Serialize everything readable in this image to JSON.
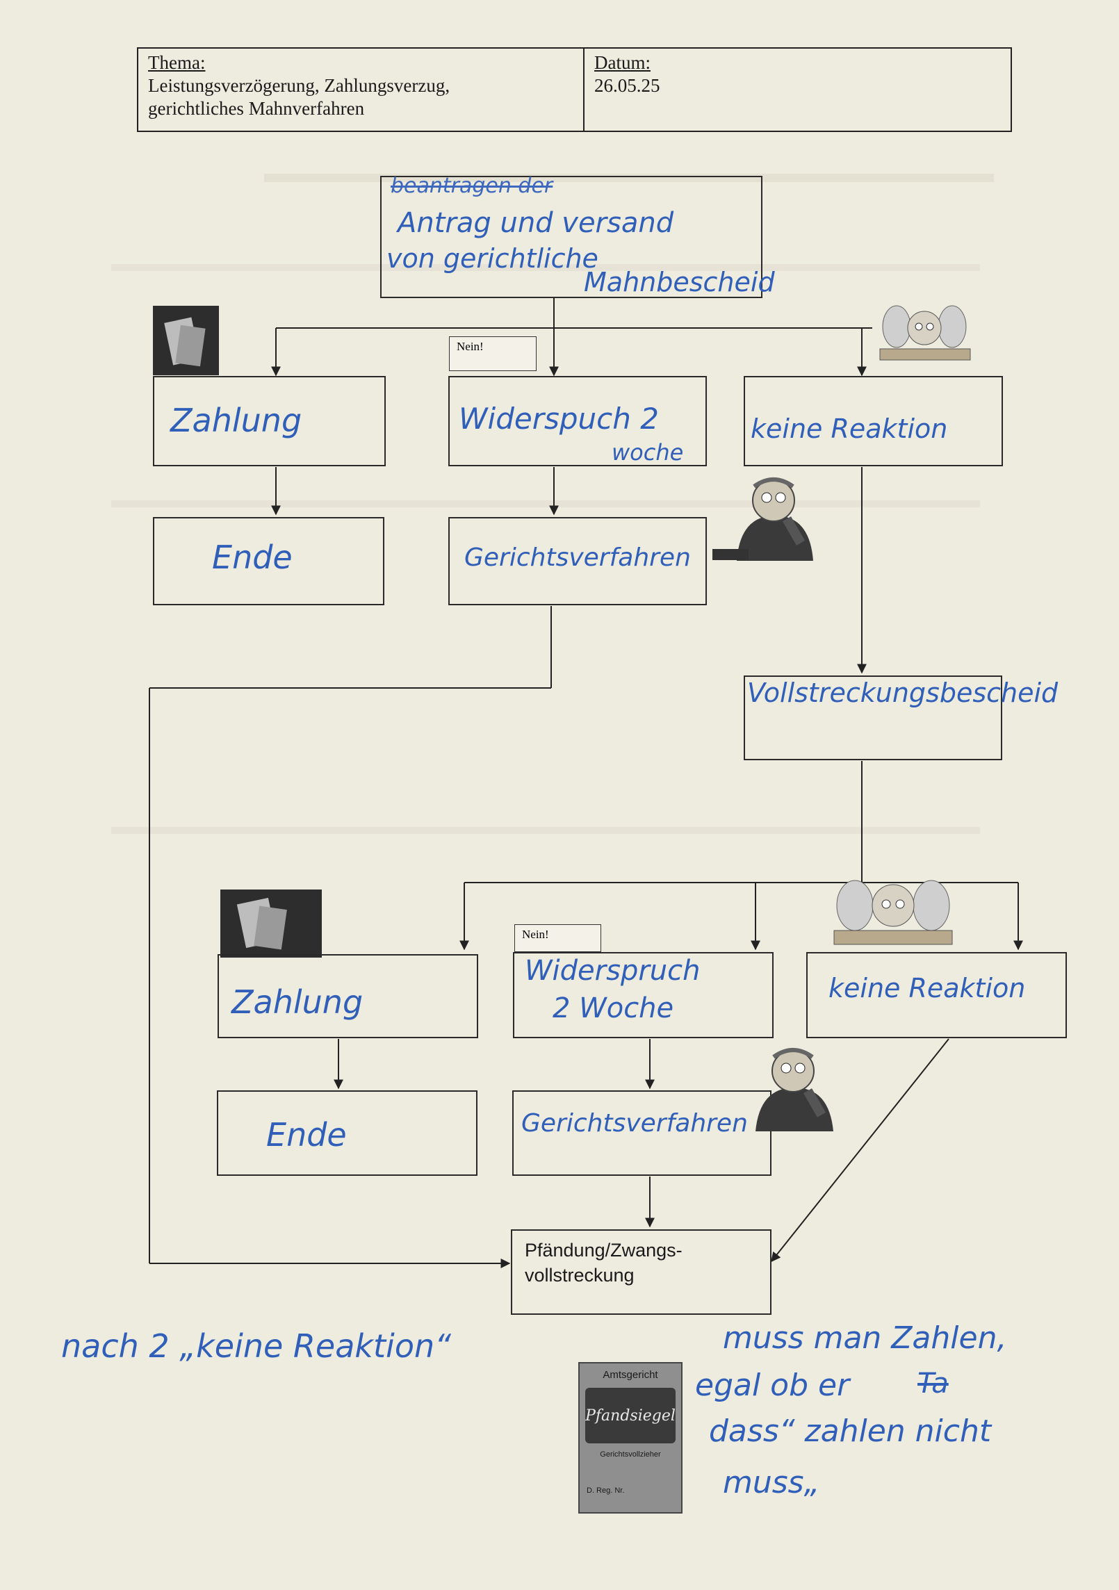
{
  "header": {
    "topic_label": "Thema:",
    "topic_lines": [
      "Leistungsverzögerung, Zahlungsverzug,",
      "gerichtliches Mahnverfahren"
    ],
    "date_label": "Datum:",
    "date_value": "26.05.25"
  },
  "top_box": {
    "struck_text": "beantragen der",
    "lines": [
      "Antrag und versand",
      "von gerichtliche",
      "Mahnbescheid"
    ]
  },
  "stage1": {
    "nein_tag": "Nein!",
    "payment": "Zahlung",
    "objection_line1": "Widerspuch 2",
    "objection_line2": "woche",
    "no_reaction": "keine Reaktion",
    "end": "Ende",
    "court": "Gerichtsverfahren"
  },
  "enforcement_notice": "Vollstreckungsbescheid",
  "stage2": {
    "nein_tag": "Nein!",
    "payment": "Zahlung",
    "objection_line1": "Widerspruch",
    "objection_line2": "2 Woche",
    "no_reaction": "keine Reaktion",
    "end": "Ende",
    "court": "Gerichtsverfahren"
  },
  "final_box": [
    "Pfändung/Zwangs-",
    "vollstreckung"
  ],
  "note": {
    "line1_left": "nach  2 „keine Reaktion“",
    "line1_right": "muss man Zahlen,",
    "line2": "egal ob er",
    "line3": "dass“ zahlen nicht",
    "line4": "muss„"
  },
  "seal": {
    "top": "Amtsgericht",
    "main": "Pfandsiegel",
    "sub": "Gerichtsvollzieher",
    "reg": "D. Reg. Nr."
  },
  "ink_color": "#2f5fb8"
}
